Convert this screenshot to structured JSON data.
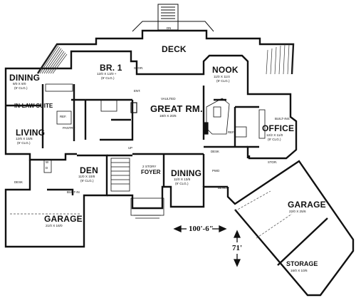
{
  "rooms": {
    "deck": {
      "name": "DECK"
    },
    "stair_dn": {
      "name": "DN"
    },
    "br1": {
      "name": "BR. 1",
      "dims": "12/0 X 13/0 +",
      "clg": "(9' CLG.)"
    },
    "nook": {
      "name": "NOOK",
      "dims": "11/0 X 11/4",
      "clg": "(9' CLG.)"
    },
    "dining_inlaw": {
      "name": "DINING",
      "dims": "9/0 X 9/0",
      "clg": "(9' CLG.)"
    },
    "inlaw_suite": {
      "name": "IN-LAW SUITE"
    },
    "great_rm": {
      "name": "GREAT RM.",
      "vaulted": "VAULTED",
      "dims": "18/0 X 20/6"
    },
    "living": {
      "name": "LIVING",
      "dims": "12/6 X 15/6",
      "clg": "(9' CLG.)"
    },
    "office": {
      "name": "OFFICE",
      "dims": "12/2 X 11/0",
      "clg": "(9' CLG.)"
    },
    "den": {
      "name": "DEN",
      "dims": "11/0 X 10/8",
      "clg": "(9' CLG.)"
    },
    "foyer": {
      "name": "2 STORY",
      "name2": "FOYER"
    },
    "dining_main": {
      "name": "DINING",
      "dims": "11/0 X 13/6",
      "clg": "(9' CLG.)"
    },
    "garage_right": {
      "name": "GARAGE",
      "dims": "22/0 X 25/6"
    },
    "garage_left": {
      "name": "GARAGE",
      "dims": "21/0 X 16/0"
    },
    "storage": {
      "name": "STORAGE",
      "dims": "16/0 X 10/6"
    }
  },
  "small_labels": {
    "pantry": "PANTRY",
    "ref_left": "REF.",
    "ref_right": "REF.",
    "w_left": "W",
    "d_left": "D",
    "desk_right": "DESK",
    "desk_left": "DESK",
    "built_ins": "BUILT-INS",
    "built_in": "BUILT-IN",
    "stor_right": "STOR.",
    "pwd": "PWD",
    "bench": "BENCH",
    "up": "UP",
    "ent": "ENT.",
    "stor_br": "STOR."
  },
  "overall": {
    "width": "100'-6\"",
    "depth": "71'"
  }
}
